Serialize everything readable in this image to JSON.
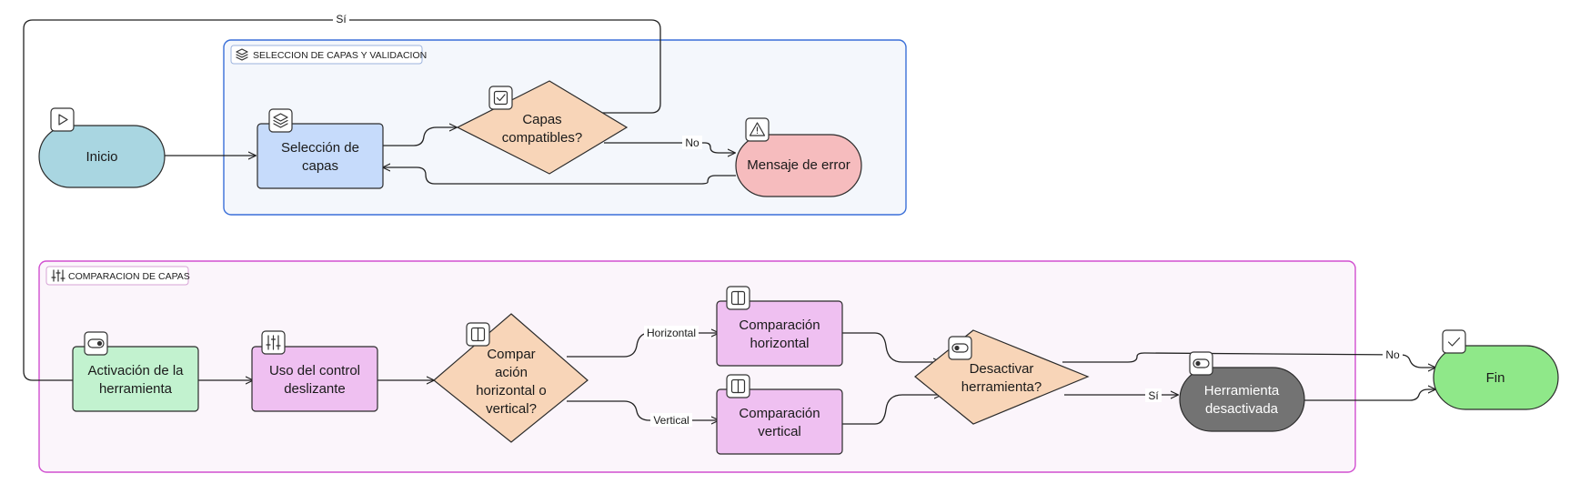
{
  "colors": {
    "group_selection_border": "#3a6fd8",
    "group_selection_fill": "#f4f7fc",
    "group_comparison_border": "#d14fd0",
    "group_comparison_fill": "#fbf5fb",
    "start": "#a9d6e1",
    "process_blue": "#c6dbfb",
    "decision": "#f8d5b8",
    "error": "#f6bcbe",
    "process_green": "#c2f2cf",
    "process_violet": "#efc0f1",
    "process_dark": "#737373",
    "end": "#8fe889"
  },
  "groups": {
    "selection": {
      "label": "SELECCION DE CAPAS Y VALIDACION",
      "icon": "layers-icon"
    },
    "comparison": {
      "label": "COMPARACION DE CAPAS",
      "icon": "sliders-icon"
    }
  },
  "nodes": {
    "inicio": {
      "lines": [
        "Inicio"
      ],
      "icon": "play-icon"
    },
    "seleccion": {
      "lines": [
        "Selección de",
        "capas"
      ],
      "icon": "layers-icon"
    },
    "compatibles": {
      "lines": [
        "Capas",
        "compatibles?"
      ],
      "icon": "check-square-icon"
    },
    "error": {
      "lines": [
        "Mensaje de error"
      ],
      "icon": "warning-icon"
    },
    "activacion": {
      "lines": [
        "Activación de la",
        "herramienta"
      ],
      "icon": "toggle-icon"
    },
    "deslizante": {
      "lines": [
        "Uso del control",
        "deslizante"
      ],
      "icon": "sliders-icon"
    },
    "orientacion": {
      "lines": [
        "Compar",
        "ación",
        "horizontal o",
        "vertical?"
      ],
      "icon": "columns-icon"
    },
    "comp_horizontal": {
      "lines": [
        "Comparación",
        "horizontal"
      ],
      "icon": "columns-icon"
    },
    "comp_vertical": {
      "lines": [
        "Comparación",
        "vertical"
      ],
      "icon": "columns-icon"
    },
    "desactivar": {
      "lines": [
        "Desactivar",
        "herramienta?"
      ],
      "icon": "toggle-icon"
    },
    "desactivada": {
      "lines": [
        "Herramienta",
        "desactivada"
      ],
      "icon": "toggle-icon"
    },
    "fin": {
      "lines": [
        "Fin"
      ],
      "icon": "check-icon"
    }
  },
  "edge_labels": {
    "si_top": "Sí",
    "no_error": "No",
    "horizontal": "Horizontal",
    "vertical": "Vertical",
    "no_fin": "No",
    "si_desactivar": "Sí"
  }
}
